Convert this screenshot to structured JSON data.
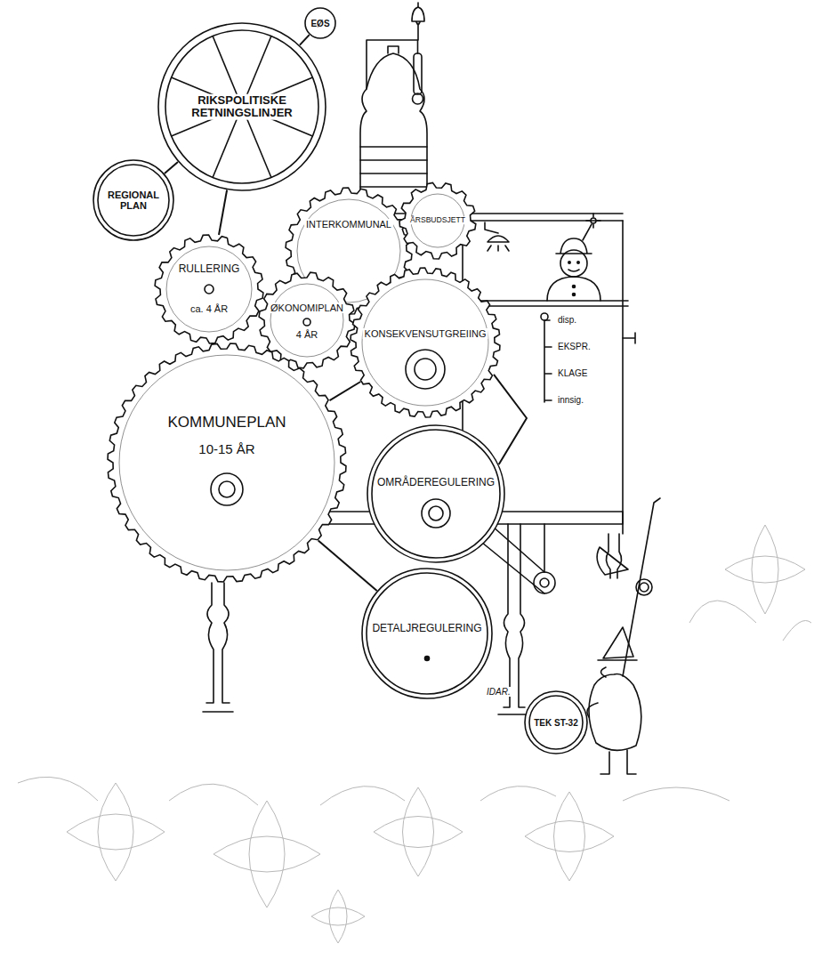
{
  "diagram": {
    "nodes": [
      {
        "text": [
          "EØS"
        ]
      },
      {
        "text": [
          "RIKSPOLITISKE RETNINGSLINJER"
        ]
      },
      {
        "text": [
          "REGIONAL PLAN"
        ]
      },
      {
        "text": [
          "RULLERING",
          "ca. 4 ÅR"
        ]
      },
      {
        "text": [
          "INTERKOMMUNAL"
        ]
      },
      {
        "text": [
          "ØKONOMIPLAN",
          "4 ÅR"
        ]
      },
      {
        "text": [
          "ÅRSBUDSJETT"
        ]
      },
      {
        "text": [
          "KOMMUNEPLAN",
          "10-15 ÅR"
        ]
      },
      {
        "text": [
          "KONSEKVENSUTGREIING"
        ]
      },
      {
        "text": [
          "OMRÅDEREGULERING"
        ]
      },
      {
        "text": [
          "DETALJREGULERING"
        ]
      },
      {
        "text": [
          "TEK ST-32"
        ]
      }
    ],
    "edges": [
      {
        "from": 0,
        "to": 1,
        "arrow": "none"
      },
      {
        "from": 2,
        "to": 1,
        "arrow": "none"
      },
      {
        "from": 1,
        "to": 3,
        "arrow": "none"
      },
      {
        "from": 7,
        "to": 8,
        "arrow": "none"
      },
      {
        "from": 7,
        "to": 10,
        "arrow": "none"
      },
      {
        "from": 8,
        "to": 9,
        "arrow": "none"
      }
    ],
    "labels": [
      "disp.",
      "EKSPR.",
      "KLAGE",
      "innsig.",
      "IDAR."
    ]
  }
}
